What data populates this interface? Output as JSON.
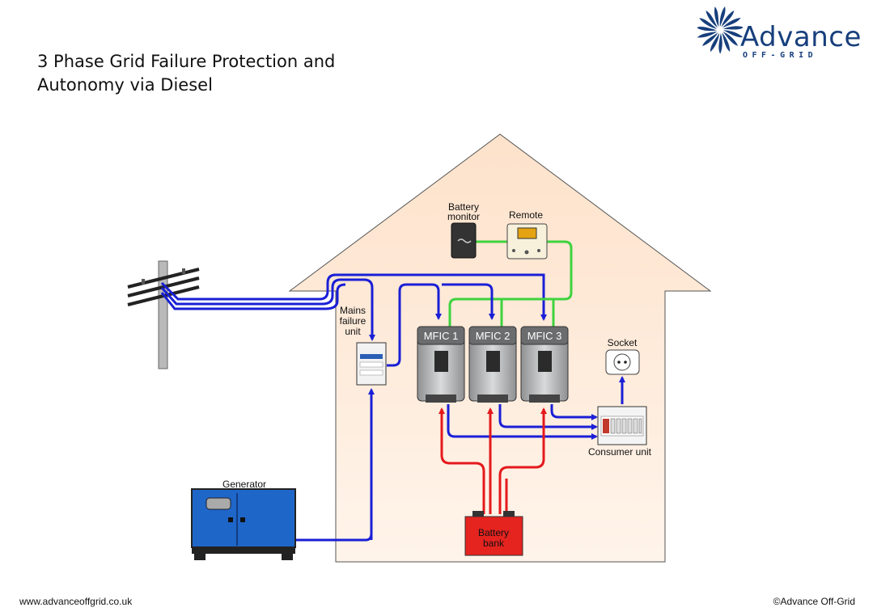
{
  "title": {
    "line1": "3 Phase Grid Failure Protection and",
    "line2": "Autonomy via Diesel"
  },
  "logo": {
    "word": "Advance",
    "tag": "OFF-GRID"
  },
  "labels": {
    "battery_monitor_1": "Battery",
    "battery_monitor_2": "monitor",
    "remote": "Remote",
    "mains_1": "Mains",
    "mains_2": "failure",
    "mains_3": "unit",
    "mfic1": "MFIC 1",
    "mfic2": "MFIC 2",
    "mfic3": "MFIC 3",
    "socket": "Socket",
    "consumer_unit": "Consumer unit",
    "generator": "Generator",
    "battery_bank_1": "Battery",
    "battery_bank_2": "bank"
  },
  "footer": {
    "website": "www.advanceoffgrid.co.uk",
    "copyright": "©Advance Off-Grid"
  },
  "colors": {
    "house_fill": "#fde6d2",
    "blue_wire": "#1a1fd6",
    "green_wire": "#3ed33e",
    "red_wire": "#e4191c",
    "battery_red": "#e5231f",
    "generator_blue": "#1f66c9",
    "brand_blue": "#173f7c"
  },
  "icons": {
    "logo": "spiral-fan-icon",
    "socket": "power-socket-icon",
    "pole": "power-pole-icon"
  }
}
